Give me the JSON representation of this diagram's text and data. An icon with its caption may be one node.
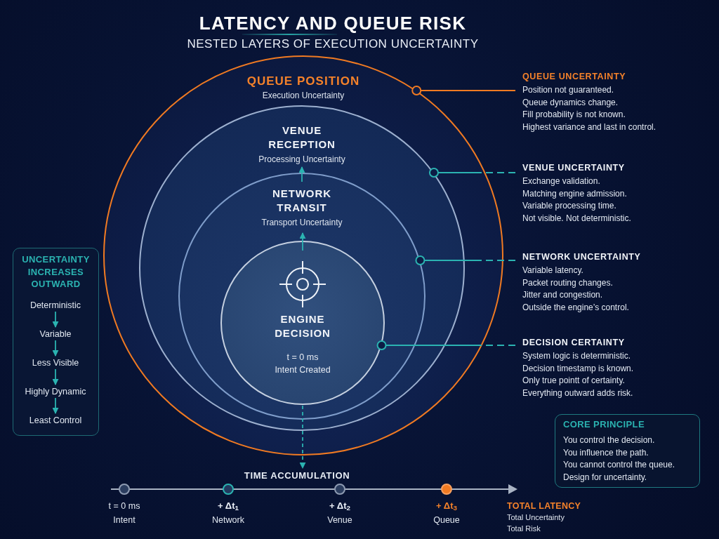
{
  "diagram": {
    "title": "LATENCY AND QUEUE RISK",
    "nodes": [
      {
        "text": [
          "QUEUE POSITION",
          "Execution Uncertainty"
        ]
      },
      {
        "text": [
          "VENUE RECEPTION",
          "Processing Uncertainty"
        ],
        "in": 0
      },
      {
        "text": [
          "NETWORK TRANSIT",
          "Transport Uncertainty"
        ],
        "in": 1
      },
      {
        "text": [
          "ENGINE DECISION",
          "t = 0 ms",
          "Intent Created"
        ],
        "in": 2
      },
      {
        "text": [
          "QUEUE UNCERTAINTY",
          "Position not guaranteed.",
          "Queue dynamics change.",
          "Fill probability is not known.",
          "Highest variance and last in control."
        ]
      },
      {
        "text": [
          "VENUE UNCERTAINTY",
          "Exchange validation.",
          "Matching engine admission.",
          "Variable processing time.",
          "Not visible. Not deterministic."
        ]
      },
      {
        "text": [
          "NETWORK UNCERTAINTY",
          "Variable latency.",
          "Packet routing changes.",
          "Jitter and congestion.",
          "Outside the engine’s control."
        ]
      },
      {
        "text": [
          "DECISION CERTAINTY",
          "System logic is deterministic.",
          "Decision timestamp is known.",
          "Only true pointt of certainty.",
          "Everything outward adds risk."
        ]
      },
      {
        "text": [
          "UNCERTAINTY INCREASES OUTWARD"
        ]
      },
      {
        "text": [
          "Deterministic"
        ],
        "in": 8
      },
      {
        "text": [
          "Variable"
        ],
        "in": 8
      },
      {
        "text": [
          "Less Visible"
        ],
        "in": 8
      },
      {
        "text": [
          "Highly Dynamic"
        ],
        "in": 8
      },
      {
        "text": [
          "Least Control"
        ],
        "in": 8
      },
      {
        "text": [
          "CORE PRINCIPLE",
          "You control the decision.",
          "You influence the path.",
          "You cannot control the queue.",
          "Design for uncertainty."
        ]
      },
      {
        "text": [
          "TIME ACCUMULATION"
        ]
      }
    ],
    "edges": [
      {
        "from": 3,
        "to": 15,
        "arrow": "to",
        "style": "dashed"
      },
      {
        "from": 4,
        "to": 0,
        "arrow": "other",
        "color": "#f07a22"
      },
      {
        "from": 5,
        "to": 1,
        "arrow": "other",
        "style": "dashed"
      },
      {
        "from": 6,
        "to": 2,
        "arrow": "other",
        "style": "dashed"
      },
      {
        "from": 7,
        "to": 3,
        "arrow": "other",
        "style": "dashed"
      },
      {
        "from": 9,
        "to": 10,
        "arrow": "to"
      },
      {
        "from": 10,
        "to": 11,
        "arrow": "to"
      },
      {
        "from": 11,
        "to": 12,
        "arrow": "to"
      },
      {
        "from": 12,
        "to": 13,
        "arrow": "to"
      }
    ],
    "labels": [
      "NESTED LAYERS OF EXECUTION UNCERTAINTY",
      "t = 0 ms",
      "Intent",
      "+ Δt$_{1}$",
      "Network",
      "+ Δt$_{2}$",
      "Venue",
      "+ Δt$_{3}$",
      "Queue",
      "TOTAL LATENCY",
      "Total Uncertainty",
      "Total Risk"
    ]
  }
}
